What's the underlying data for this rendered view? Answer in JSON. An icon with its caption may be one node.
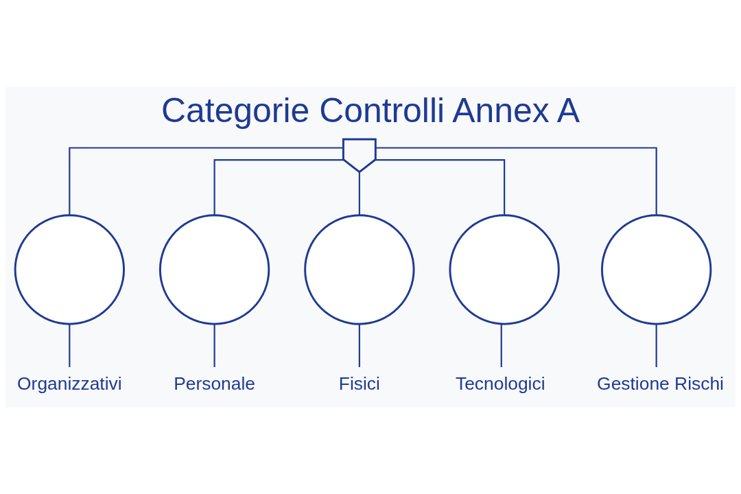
{
  "diagram": {
    "title": "Categorie Controlli Annex A",
    "nodes": [
      {
        "text": [],
        "shape": "shield"
      },
      {
        "text": [],
        "shape": "circle"
      },
      {
        "text": [],
        "shape": "circle"
      },
      {
        "text": [],
        "shape": "circle"
      },
      {
        "text": [],
        "shape": "circle"
      },
      {
        "text": [],
        "shape": "circle"
      },
      {
        "text": [
          "Organizzativi"
        ]
      },
      {
        "text": [
          "Personale"
        ]
      },
      {
        "text": [
          "Fisici"
        ]
      },
      {
        "text": [
          "Tecnologici"
        ]
      },
      {
        "text": [
          "Gestione Rischi"
        ]
      }
    ],
    "edges": [
      {
        "from": 0,
        "to": 1,
        "arrow": "none"
      },
      {
        "from": 0,
        "to": 2,
        "arrow": "none"
      },
      {
        "from": 0,
        "to": 3,
        "arrow": "none"
      },
      {
        "from": 0,
        "to": 4,
        "arrow": "none"
      },
      {
        "from": 0,
        "to": 5,
        "arrow": "none"
      },
      {
        "from": 1,
        "to": 6,
        "arrow": "none"
      },
      {
        "from": 2,
        "to": 7,
        "arrow": "none"
      },
      {
        "from": 3,
        "to": 8,
        "arrow": "none"
      },
      {
        "from": 4,
        "to": 9,
        "arrow": "none"
      },
      {
        "from": 5,
        "to": 10,
        "arrow": "none"
      }
    ]
  }
}
